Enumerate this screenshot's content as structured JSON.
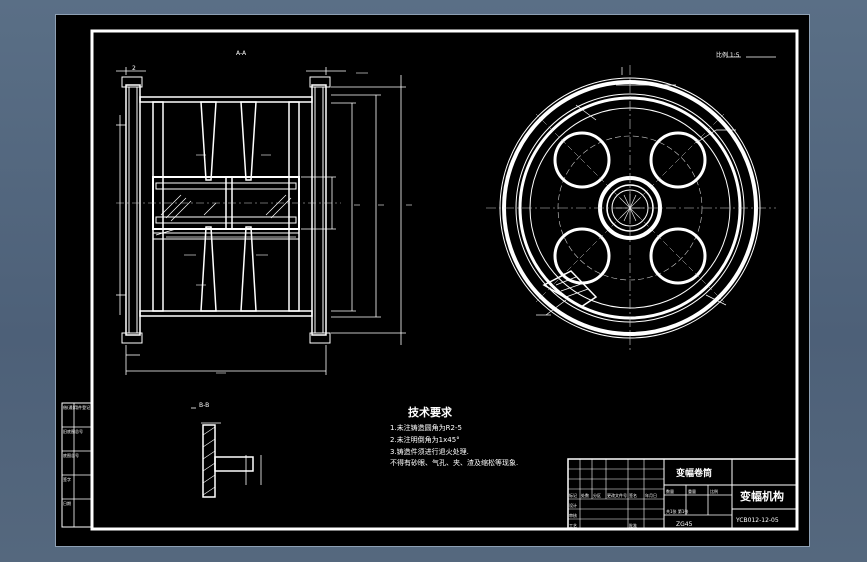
{
  "drawing": {
    "section_label_main": "A-A",
    "section_label_detail": "B-B",
    "scale_note": "比例 1:5",
    "dim_text_top": "2",
    "technical_requirements": {
      "title": "技术要求",
      "items": [
        "1.未注铸造圆角为R2-5",
        "2.未注明倒角为1x45°",
        "3.铸造件须进行退火处理.",
        "  不得有砂眼、气孔、夹、渣及缩松等现象."
      ]
    },
    "title_block": {
      "part_name": "变幅卷筒",
      "assembly_name": "变幅机构",
      "drawing_number": "YCB012-12-05",
      "material": "ZG45",
      "quantity": "数量",
      "weight": "重量",
      "scale": "比例",
      "row_labels": [
        "标记",
        "处数",
        "分区",
        "更改文件号",
        "签名",
        "年月日"
      ],
      "sub_labels": [
        "设计",
        "审核",
        "工艺",
        "批准"
      ],
      "sheet_info": "共1张  第1张"
    },
    "side_table": {
      "rows": [
        "借(通)用件登记",
        "旧底图总号",
        "底图总号",
        "签字",
        "日期"
      ]
    }
  }
}
